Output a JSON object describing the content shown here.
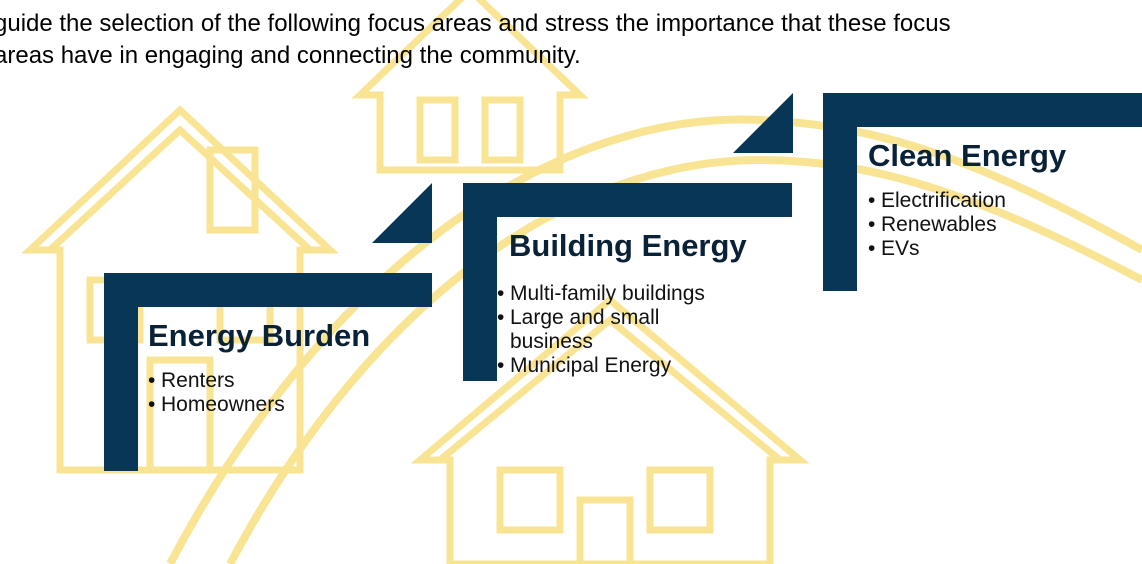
{
  "intro": {
    "line1": "guide the selection of the following focus areas and stress the importance that these focus",
    "line2": "areas have in engaging and connecting the community."
  },
  "colors": {
    "accent": "#073656",
    "watermark": "#fff3bf",
    "watermark_stroke": "#f8e493"
  },
  "watermark_icon": "house-icon",
  "focus_areas": [
    {
      "title": "Energy Burden",
      "items": [
        "Renters",
        "Homeowners"
      ]
    },
    {
      "title": "Building Energy",
      "items": [
        "Multi-family buildings",
        "Large and small business",
        "Municipal Energy"
      ]
    },
    {
      "title": "Clean Energy",
      "items": [
        "Electrification",
        "Renewables",
        "EVs"
      ]
    }
  ]
}
